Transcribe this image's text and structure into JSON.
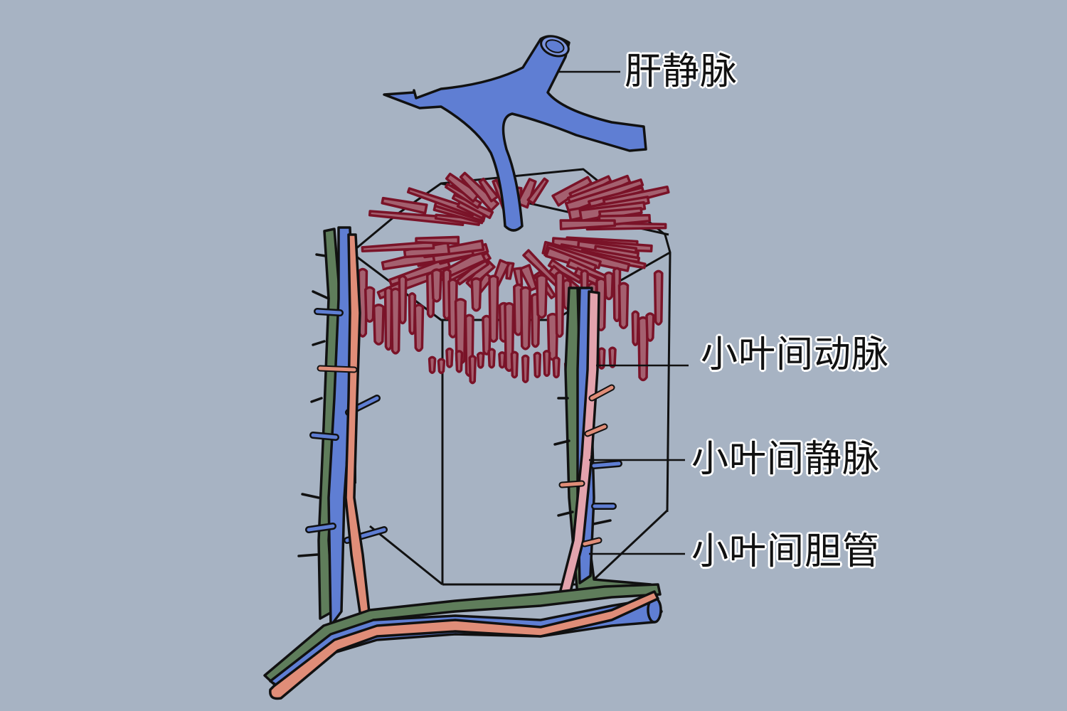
{
  "diagram": {
    "subject": "liver lobule",
    "background_color": "#a7b3c3",
    "colors": {
      "vein_blue": "#5f7ed3",
      "artery_salmon": "#e08d78",
      "artery_pink": "#e3a3ad",
      "bile_duct_green": "#5f7d5b",
      "sinusoid_fill": "#a4606f",
      "sinusoid_outline": "#7a1328",
      "outline": "#111111",
      "label_text": "#111111",
      "label_halo": "#ffffff"
    },
    "labels": [
      {
        "id": "hepatic-vein",
        "text": "肝静脉"
      },
      {
        "id": "interlobular-artery",
        "text": "小叶间动脉"
      },
      {
        "id": "interlobular-vein",
        "text": "小叶间静脉"
      },
      {
        "id": "interlobular-bile-duct",
        "text": "小叶间胆管"
      }
    ]
  }
}
